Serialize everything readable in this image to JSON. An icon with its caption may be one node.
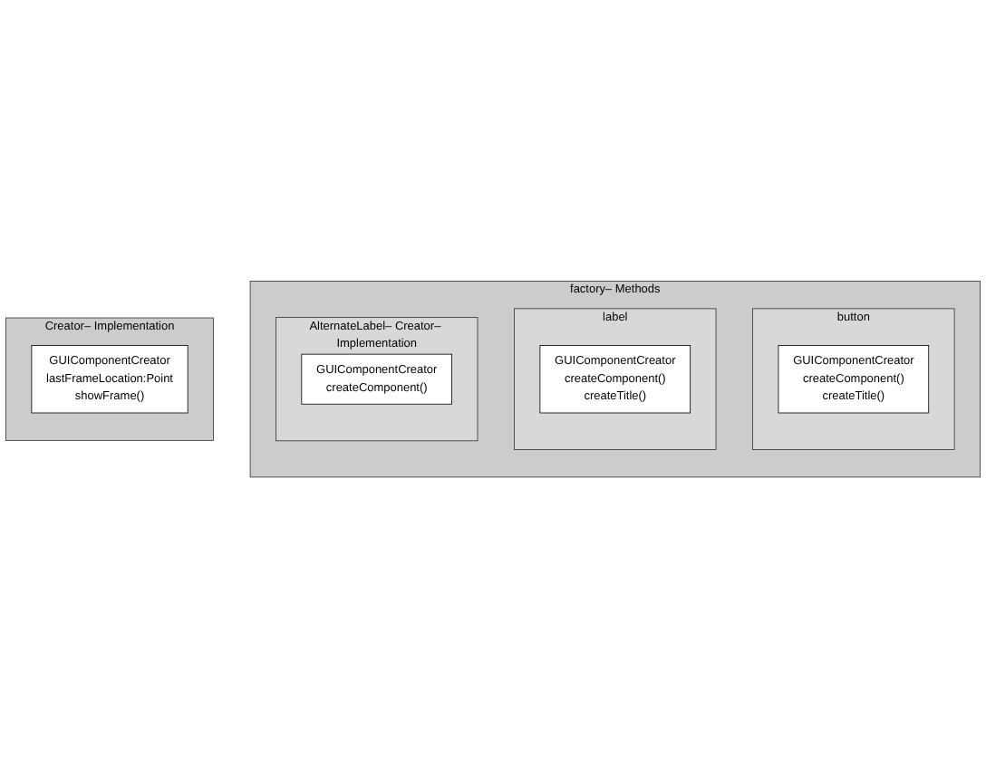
{
  "diagram": {
    "nodes": [
      {
        "text": [
          "factory– Methods"
        ]
      },
      {
        "text": [
          "button"
        ],
        "in": 0
      },
      {
        "text": [
          "GUIComponentCreator",
          "createComponent()",
          "createTitle()"
        ],
        "in": 1
      },
      {
        "text": [
          "label"
        ],
        "in": 0
      },
      {
        "text": [
          "GUIComponentCreator",
          "createComponent()",
          "createTitle()"
        ],
        "in": 3
      },
      {
        "text": [
          "AlternateLabel– Creator– Implementation"
        ],
        "in": 0
      },
      {
        "text": [
          "GUIComponentCreator",
          "createComponent()"
        ],
        "in": 5
      },
      {
        "text": [
          "Creator– Implementation"
        ]
      },
      {
        "text": [
          "GUIComponentCreator",
          "lastFrameLocation:Point",
          "showFrame()"
        ],
        "in": 7
      }
    ]
  }
}
